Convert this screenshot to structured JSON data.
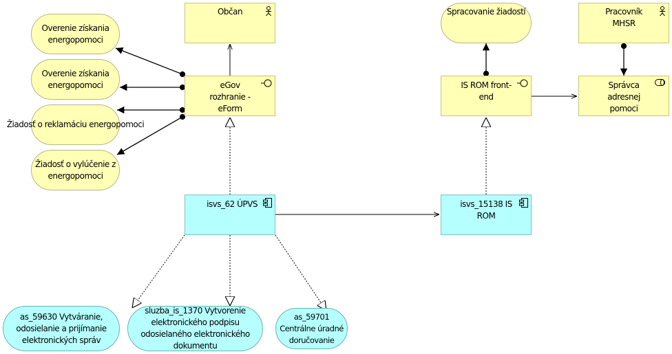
{
  "nodes": {
    "obcan": {
      "label": "Občan",
      "type": "business-actor",
      "icon": "actor-icon"
    },
    "svc1": {
      "label": "Overenie získania energopomoci",
      "type": "business-service"
    },
    "svc2": {
      "label": "Overenie získania energopomoci",
      "type": "business-service"
    },
    "svc3": {
      "label": "Žiadosť o reklamáciu energopomoci",
      "type": "business-service"
    },
    "svc4": {
      "label": "Žiadosť o vylúčenie z energopomoci",
      "type": "business-service"
    },
    "egov": {
      "label": "eGov rozhranie - eForm",
      "type": "business-interface",
      "icon": "interface-icon"
    },
    "spracovanie": {
      "label": "Spracovanie žiadostí",
      "type": "business-service"
    },
    "pracovnik": {
      "label": "Pracovník MHSR",
      "type": "business-actor",
      "icon": "actor-icon"
    },
    "isrom_fe": {
      "label": "IS ROM front-end",
      "type": "business-interface",
      "icon": "interface-icon"
    },
    "spravca": {
      "label": "Správca adresnej pomoci",
      "type": "business-role",
      "icon": "role-icon"
    },
    "upvs": {
      "label": "isvs_62 ÚPVS",
      "type": "application-component",
      "icon": "component-icon"
    },
    "isrom": {
      "label": "isvs_15138 IS ROM",
      "type": "application-component",
      "icon": "component-icon"
    },
    "as59630": {
      "label": "as_59630 Vytváranie, odosielanie a prijímanie elektronických správ",
      "type": "application-service"
    },
    "sluzba1370": {
      "label": "sluzba_is_1370 Vytvorenie elektronického podpisu odosielaného elektronického dokumentu",
      "type": "application-service"
    },
    "as59701": {
      "label": "as_59701 Centrálne úradné doručovanie",
      "type": "application-service"
    }
  },
  "relations": [
    {
      "from": "egov",
      "to": "obcan",
      "kind": "serving"
    },
    {
      "from": "egov",
      "to": "svc1",
      "kind": "assignment"
    },
    {
      "from": "egov",
      "to": "svc2",
      "kind": "assignment"
    },
    {
      "from": "egov",
      "to": "svc3",
      "kind": "assignment"
    },
    {
      "from": "egov",
      "to": "svc4",
      "kind": "assignment"
    },
    {
      "from": "upvs",
      "to": "egov",
      "kind": "realization"
    },
    {
      "from": "upvs",
      "to": "isrom",
      "kind": "serving"
    },
    {
      "from": "upvs",
      "to": "as59630",
      "kind": "realization"
    },
    {
      "from": "upvs",
      "to": "sluzba1370",
      "kind": "realization"
    },
    {
      "from": "upvs",
      "to": "as59701",
      "kind": "realization"
    },
    {
      "from": "isrom",
      "to": "isrom_fe",
      "kind": "realization"
    },
    {
      "from": "isrom_fe",
      "to": "spracovanie",
      "kind": "assignment"
    },
    {
      "from": "isrom_fe",
      "to": "spravca",
      "kind": "serving"
    },
    {
      "from": "pracovnik",
      "to": "spravca",
      "kind": "assignment"
    }
  ],
  "colors": {
    "business": "#ffffb5",
    "application": "#b5ffff"
  }
}
